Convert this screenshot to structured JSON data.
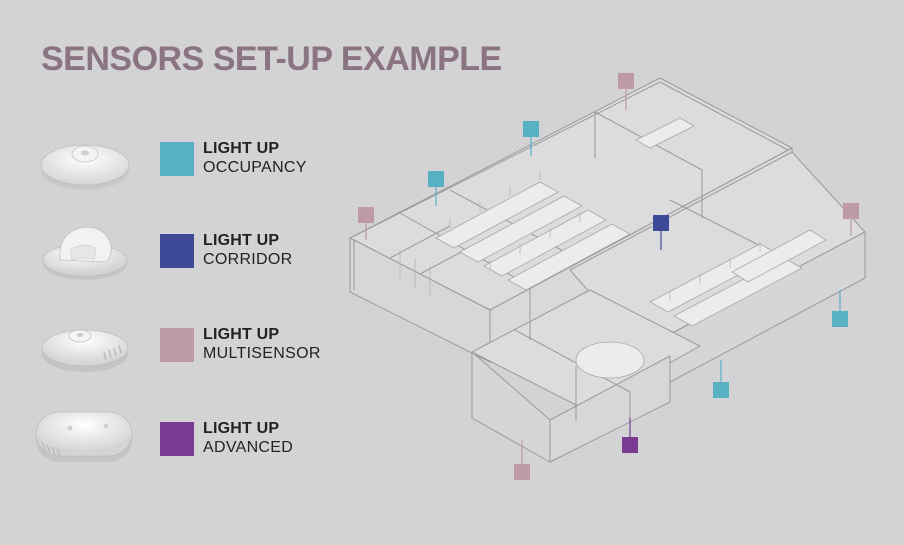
{
  "title": "SENSORS SET-UP EXAMPLE",
  "colors": {
    "background": "#d3d3d5",
    "title": "#8a7480",
    "occupancy": "#58b0c3",
    "corridor": "#3e4a98",
    "multisensor": "#bd9aa6",
    "advanced": "#7a3b92"
  },
  "legend": [
    {
      "line1": "LIGHT UP",
      "line2": "OCCUPANCY",
      "color": "#58b0c3",
      "device_icon": "ceiling-sensor-dome-icon"
    },
    {
      "line1": "LIGHT UP",
      "line2": "CORRIDOR",
      "color": "#3e4a98",
      "device_icon": "corridor-sensor-icon"
    },
    {
      "line1": "LIGHT UP",
      "line2": "MULTISENSOR",
      "color": "#bd9aa6",
      "device_icon": "multisensor-icon"
    },
    {
      "line1": "LIGHT UP",
      "line2": "ADVANCED",
      "color": "#7a3b92",
      "device_icon": "advanced-sensor-icon"
    }
  ]
}
